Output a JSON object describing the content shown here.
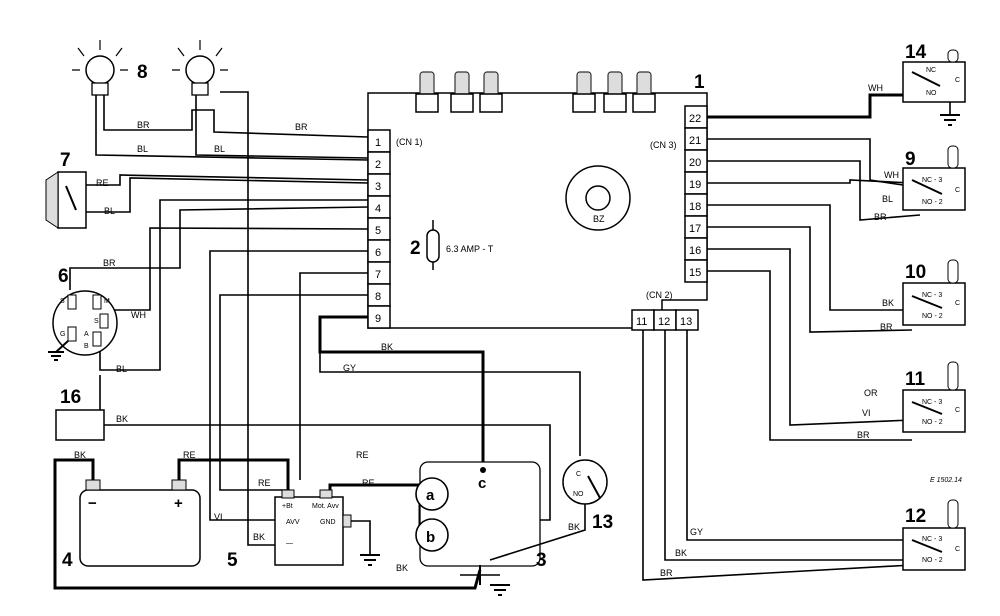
{
  "connectors": {
    "cn1": "(CN 1)",
    "cn2": "(CN 2)",
    "cn3": "(CN 3)"
  },
  "cn1_pins": [
    "1",
    "2",
    "3",
    "4",
    "5",
    "6",
    "7",
    "8",
    "9"
  ],
  "cn3_pins": [
    "22",
    "21",
    "20",
    "19",
    "18",
    "17",
    "16",
    "15"
  ],
  "cn2_pins": [
    "11",
    "12",
    "13"
  ],
  "fuse_label": "6.3 AMP - T",
  "buzzer_label": "BZ",
  "component_numbers": {
    "n1": "1",
    "n2": "2",
    "n3": "3",
    "n4": "4",
    "n5": "5",
    "n6": "6",
    "n7": "7",
    "n8": "8",
    "n9": "9",
    "n10": "10",
    "n11": "11",
    "n12": "12",
    "n13": "13",
    "n14": "14",
    "n16": "16"
  },
  "letters": {
    "a": "a",
    "b": "b",
    "c": "c"
  },
  "battery": {
    "minus": "−",
    "plus": "+"
  },
  "relay": {
    "b_plus": "+Bt",
    "mot_avv": "Mot. Avv",
    "avv": "AVV",
    "gnd": "GND",
    "minus": "—"
  },
  "ignition_terminals": {
    "g": "G",
    "s1": "S",
    "m": "M",
    "s2": "S",
    "a": "A",
    "b": "B"
  },
  "switch_contacts": {
    "c": "C",
    "no": "NO",
    "nc": "NC",
    "nc3": "NC - 3",
    "no2": "NO - 2"
  },
  "key_switch": {
    "c": "C",
    "no": "NO"
  },
  "wire_colors": {
    "br": "BR",
    "bl": "BL",
    "re": "RE",
    "wh": "WH",
    "bk": "BK",
    "gy": "GY",
    "vi": "VI",
    "or": "OR"
  },
  "drawing_code": "E 1502.14"
}
